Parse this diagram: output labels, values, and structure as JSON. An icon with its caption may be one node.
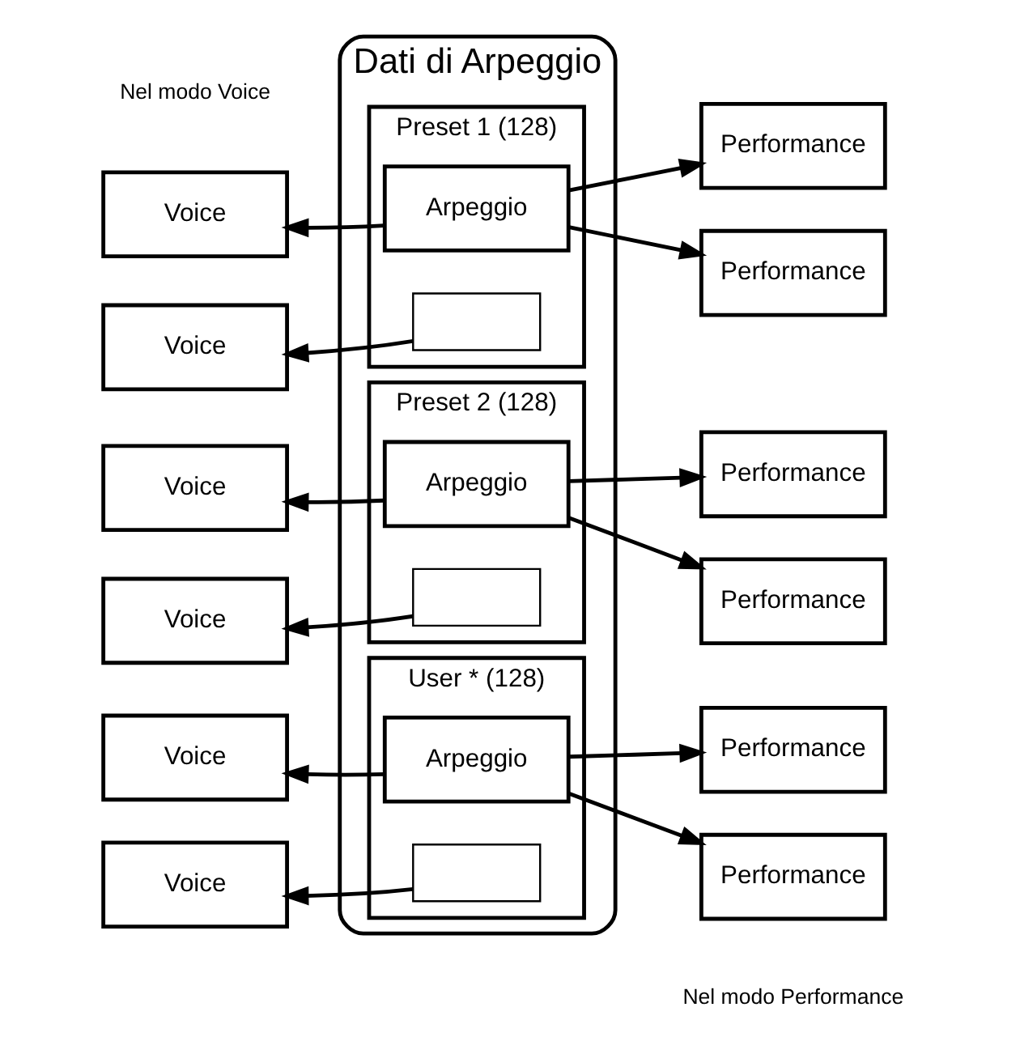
{
  "diagram": {
    "nodes": [
      {
        "text": [
          "Dati di Arpeggio"
        ]
      },
      {
        "text": [
          "Preset 1 (128)"
        ],
        "in": 0
      },
      {
        "text": [
          "Arpeggio"
        ],
        "in": 1
      },
      {
        "text": [],
        "shape": "box",
        "in": 1
      },
      {
        "text": [
          "Preset 2 (128)"
        ],
        "in": 0
      },
      {
        "text": [
          "Arpeggio"
        ],
        "in": 4
      },
      {
        "text": [],
        "shape": "box",
        "in": 4
      },
      {
        "text": [
          "User * (128)"
        ],
        "in": 0
      },
      {
        "text": [
          "Arpeggio"
        ],
        "in": 7
      },
      {
        "text": [],
        "shape": "box",
        "in": 7
      },
      {
        "text": [
          "Voice"
        ]
      },
      {
        "text": [
          "Voice"
        ]
      },
      {
        "text": [
          "Voice"
        ]
      },
      {
        "text": [
          "Voice"
        ]
      },
      {
        "text": [
          "Voice"
        ]
      },
      {
        "text": [
          "Voice"
        ]
      },
      {
        "text": [
          "Performance"
        ]
      },
      {
        "text": [
          "Performance"
        ]
      },
      {
        "text": [
          "Performance"
        ]
      },
      {
        "text": [
          "Performance"
        ]
      },
      {
        "text": [
          "Performance"
        ]
      },
      {
        "text": [
          "Performance"
        ]
      }
    ],
    "edges": [
      {
        "from": 2,
        "to": 10,
        "arrow": "to"
      },
      {
        "from": 2,
        "to": 16,
        "arrow": "to"
      },
      {
        "from": 2,
        "to": 17,
        "arrow": "to"
      },
      {
        "from": 3,
        "to": 11,
        "arrow": "to"
      },
      {
        "from": 5,
        "to": 12,
        "arrow": "to"
      },
      {
        "from": 5,
        "to": 18,
        "arrow": "to"
      },
      {
        "from": 5,
        "to": 19,
        "arrow": "to"
      },
      {
        "from": 6,
        "to": 13,
        "arrow": "to"
      },
      {
        "from": 8,
        "to": 14,
        "arrow": "to"
      },
      {
        "from": 8,
        "to": 20,
        "arrow": "to"
      },
      {
        "from": 8,
        "to": 21,
        "arrow": "to"
      },
      {
        "from": 9,
        "to": 15,
        "arrow": "to"
      }
    ],
    "labels": [
      "Nel modo Voice",
      "Nel modo Performance"
    ]
  }
}
